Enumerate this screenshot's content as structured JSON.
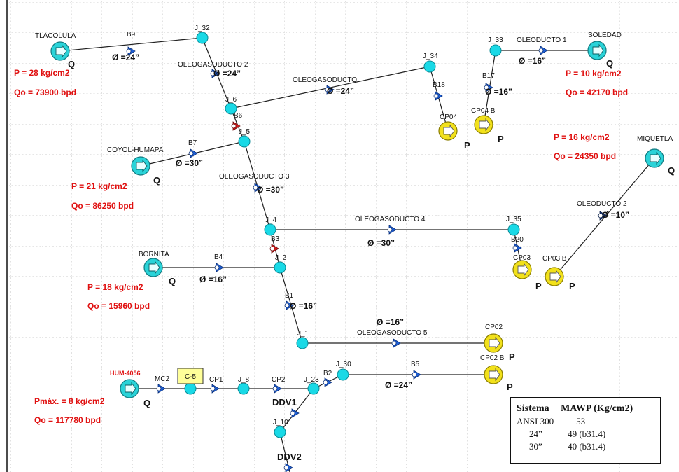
{
  "nodes": {
    "J_32": "J_32",
    "J_34": "J_34",
    "J_33": "J_33",
    "J_6": "J_6",
    "J_5": "J_5",
    "J_4": "J_4",
    "J_35": "J_35",
    "J_2": "J_2",
    "J_1": "J_1",
    "J_8": "J_8",
    "J_23": "J_23",
    "J_30": "J_30",
    "J_10": "J_10"
  },
  "pipelines": {
    "oleogasoducto": "OLEOGASODUCTO",
    "oleogasoducto_2": "OLEOGASODUCTO 2",
    "oleogasoducto_3": "OLEOGASODUCTO 3",
    "oleogasoducto_4": "OLEOGASODUCTO 4",
    "oleogasoducto_5": "OLEOGASODUCTO 5",
    "oleoducto_1": "OLEODUCTO 1",
    "oleoducto_2": "OLEODUCTO 2"
  },
  "valves": {
    "B9": "B9",
    "B17": "B17",
    "B18": "B18",
    "B6": "B6",
    "B7": "B7",
    "B3": "B3",
    "B20": "B20",
    "B4": "B4",
    "B1": "B1",
    "B2": "B2",
    "B5": "B5",
    "MC2": "MC2",
    "CP1": "CP1",
    "CP2": "CP2"
  },
  "compressor": "C-5",
  "diameters": {
    "d_24_tlacolula": "Ø =24”",
    "d_24_oleogas2": "Ø =24”",
    "d_24_oleogas": "Ø =24”",
    "d_16_oleod1": "Ø =16”",
    "d_16_b17": "Ø =16”",
    "d_30_coyol": "Ø =30”",
    "d_30_oleogas3": "Ø =30”",
    "d_10_oleod2": "Ø =10”",
    "d_30_oleogas4": "Ø =30”",
    "d_16_bornita": "Ø =16”",
    "d_16_b1": "Ø =16”",
    "d_16_oleogas5": "Ø =16”",
    "d_24_b5": "Ø =24”"
  },
  "sources": [
    {
      "name": "TLACOLULA",
      "type": "Q",
      "pressure": "P = 28 kg/cm2",
      "flow": "Qo = 73900 bpd"
    },
    {
      "name": "SOLEDAD",
      "type": "Q",
      "pressure": "P = 10 kg/cm2",
      "flow": "Qo = 42170 bpd"
    },
    {
      "name": "MIQUETLA",
      "type": "Q",
      "pressure": "P = 16 kg/cm2",
      "flow": "Qo = 24350 bpd"
    },
    {
      "name": "COYOL-HUMAPA",
      "type": "Q",
      "pressure": "P = 21 kg/cm2",
      "flow": "Qo = 86250 bpd"
    },
    {
      "name": "BORNITA",
      "type": "Q",
      "pressure": "P = 18 kg/cm2",
      "flow": "Qo = 15960 bpd"
    },
    {
      "name": "HUM-4056",
      "type": "Q",
      "pressure": "Pmáx. = 8 kg/cm2",
      "flow": "Qo = 117780 bpd"
    }
  ],
  "sinks": [
    {
      "name": "CP04",
      "type": "P"
    },
    {
      "name": "CP04 B",
      "type": "P"
    },
    {
      "name": "CP03",
      "type": "P"
    },
    {
      "name": "CP03 B",
      "type": "P"
    },
    {
      "name": "CP02",
      "type": "P"
    },
    {
      "name": "CP02 B",
      "type": "P"
    }
  ],
  "ddv": {
    "ddv1": "DDV1",
    "ddv2": "DDV2"
  },
  "mawp_table": {
    "col1": "Sistema",
    "col2": "MAWP (Kg/cm2)",
    "rows": [
      {
        "a": "ANSI 300",
        "b": "53"
      },
      {
        "a": "24”",
        "b": "49 (b31.4)"
      },
      {
        "a": "30”",
        "b": "40 (b31.4)"
      }
    ]
  },
  "colors": {
    "node": "#19d9e6",
    "source": "#2ad3d8",
    "sink": "#f2e11b",
    "label_red": "#e01010",
    "valve_blue": "#1e5fd6",
    "valve_red": "#d11a1a"
  }
}
